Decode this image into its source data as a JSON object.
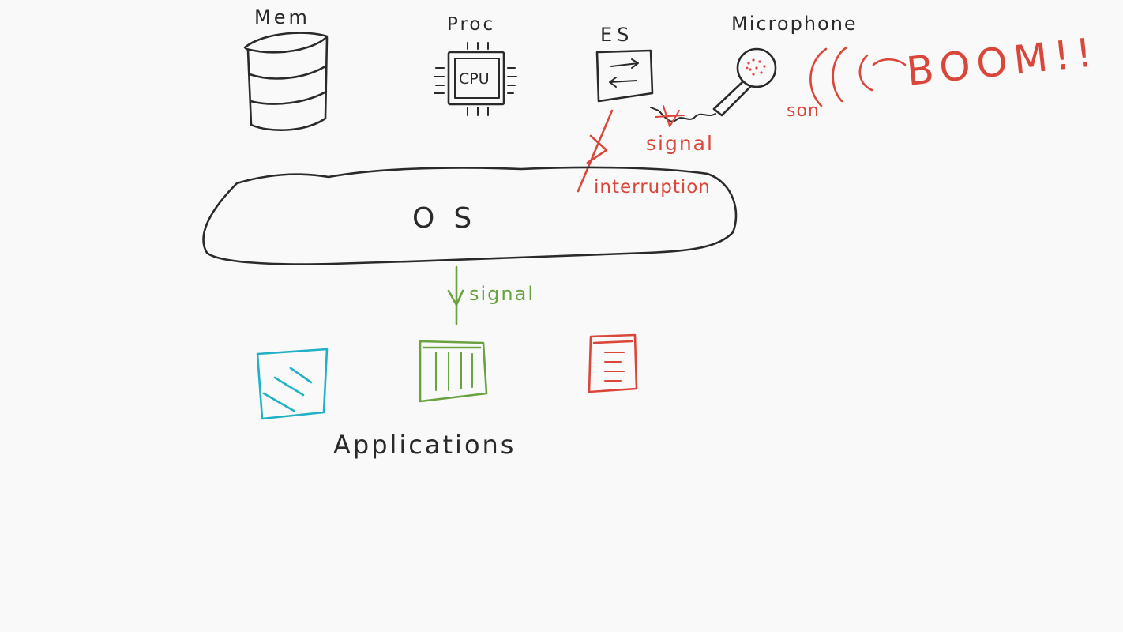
{
  "diagram": {
    "components": {
      "mem_label": "Mem",
      "proc_label": "Proc",
      "cpu_label": "CPU",
      "es_label": "ES",
      "microphone_label": "Microphone"
    },
    "sound": {
      "son_label": "son",
      "boom_label": "BOOM!!"
    },
    "os_label": "OS",
    "signal_upper_label": "signal",
    "interruption_label": "interruption",
    "signal_lower_label": "signal",
    "applications_label": "Applications"
  },
  "colors": {
    "ink": "#2a2a2a",
    "red": "#d9473a",
    "green": "#6aa23f",
    "cyan": "#1fb1c4",
    "background": "#f9f9f9"
  }
}
